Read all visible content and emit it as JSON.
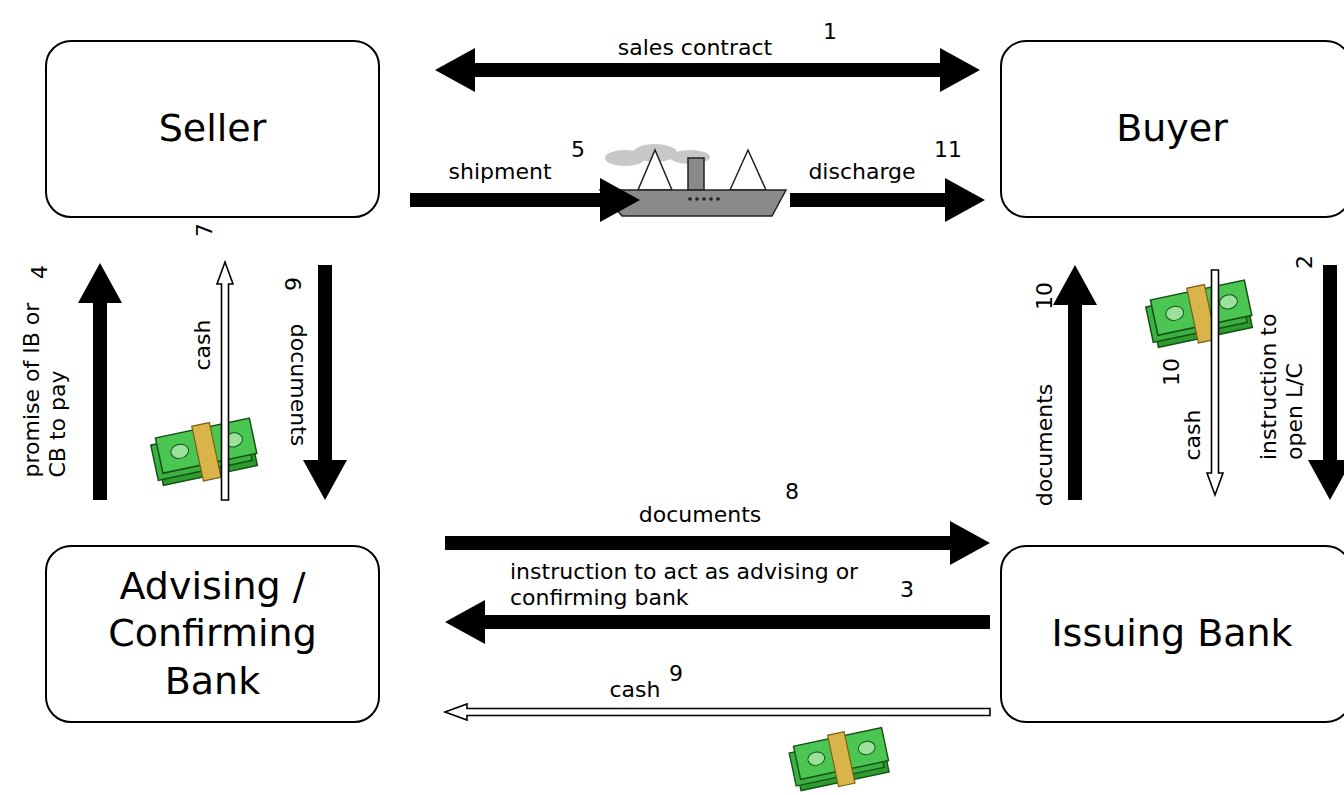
{
  "diagram": {
    "nodes": [
      {
        "text": [
          "Seller"
        ]
      },
      {
        "text": [
          "Buyer"
        ]
      },
      {
        "text": [
          "Advising / Confirming Bank"
        ]
      },
      {
        "text": [
          "Issuing Bank"
        ]
      }
    ],
    "edges": [
      {
        "from": 0,
        "to": 1,
        "arrow": "both",
        "label": "sales contract"
      },
      {
        "from": 0,
        "to": 1,
        "arrow": "to",
        "label": "shipment"
      },
      {
        "from": 2,
        "to": 0,
        "arrow": "to",
        "label": "promise of IB or CB to pay"
      },
      {
        "from": 2,
        "to": 0,
        "arrow": "to",
        "label": "cash"
      },
      {
        "from": 0,
        "to": 2,
        "arrow": "to",
        "label": "documents"
      },
      {
        "from": 2,
        "to": 3,
        "arrow": "to",
        "label": "documents"
      },
      {
        "from": 3,
        "to": 2,
        "arrow": "to",
        "label": "instruction to act as advising or confirming bank"
      },
      {
        "from": 3,
        "to": 2,
        "arrow": "to",
        "label": "cash"
      },
      {
        "from": 3,
        "to": 1,
        "arrow": "to",
        "label": "documents"
      },
      {
        "from": 1,
        "to": 3,
        "arrow": "to",
        "label": "cash"
      },
      {
        "from": 1,
        "to": 3,
        "arrow": "to",
        "label": "instruction to open L/C"
      }
    ],
    "labels": [
      "1",
      "5",
      "discharge",
      "11",
      "4",
      "7",
      "6",
      "10",
      "10",
      "2",
      "8",
      "3",
      "9"
    ]
  }
}
